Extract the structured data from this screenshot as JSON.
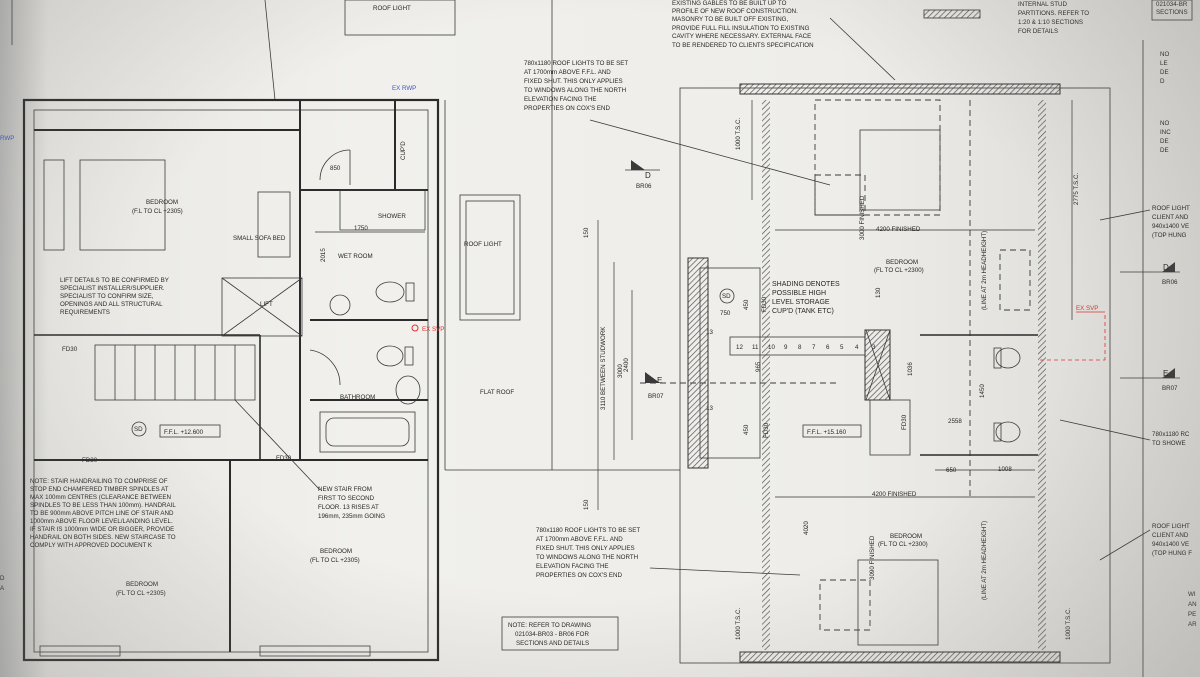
{
  "left_plan": {
    "roof_light_top": "ROOF LIGHT",
    "ex_rwp_top": "EX RWP",
    "rwp_left": "RWP",
    "cupd": "CUP'D",
    "dim_850": "850",
    "dim_1750": "1750",
    "dim_2015": "2015",
    "shower": "SHOWER",
    "wet_room": "WET ROOM",
    "bedroom_1": "BEDROOM",
    "bedroom_1_cl": "(F.L TO CL +2305)",
    "small_sofa_bed": "SMALL SOFA BED",
    "lift_note": [
      "LIFT DETAILS TO BE CONFIRMED BY",
      "SPECIALIST INSTALLER/SUPPLIER.",
      "SPECIALIST TO CONFIRM SIZE,",
      "OPENINGS AND ALL STRUCTURAL",
      "REQUIREMENTS"
    ],
    "lift": "LIFT",
    "ex_svp": "EX SVP",
    "fd30_a": "FD30",
    "fd30_b": "FD30",
    "fd30_c": "FD30",
    "bathroom": "BATHROOM",
    "sd": "SD",
    "ffl": "F.F.L. +12.600",
    "stair_note": [
      "NOTE: STAIR HANDRAILING TO COMPRISE OF",
      "STOP END CHAMFERED TIMBER SPINDLES AT",
      "MAX 100mm CENTRES (CLEARANCE BETWEEN",
      "SPINDLES TO BE LESS THAN 100mm). HANDRAIL",
      "TO BE 900mm ABOVE PITCH LINE OF STAIR AND",
      "1000mm ABOVE FLOOR LEVEL/LANDING LEVEL.",
      "IF STAIR IS 1000mm WIDE OR BIGGER, PROVIDE",
      "HANDRAIL ON BOTH SIDES. NEW STAIRCASE TO",
      "COMPLY WITH APPROVED DOCUMENT K"
    ],
    "new_stair_note": [
      "NEW STAIR FROM",
      "FIRST TO SECOND",
      "FLOOR. 13 RISES AT",
      "196mm, 235mm GOING"
    ],
    "bedroom_2": "BEDROOM",
    "bedroom_2_cl": "(FL TO CL +2305)",
    "bedroom_3": "BEDROOM",
    "bedroom_3_cl": "(FL TO CL +2305)",
    "edge_d": "D",
    "edge_a": "A"
  },
  "middle": {
    "roof_light": "ROOF LIGHT",
    "flat_roof": "FLAT ROOF",
    "gable_note": [
      "EXISTING GABLES TO BE BUILT UP TO",
      "PROFILE OF NEW ROOF CONSTRUCTION.",
      "MASONRY TO BE BUILT OFF EXISTING,",
      "PROVIDE FULL FILL INSULATION TO EXISTING",
      "CAVITY WHERE NECESSARY. EXTERNAL FACE",
      "TO BE RENDERED TO CLIENTS SPECIFICATION"
    ],
    "rooflight_note_top": [
      "780x1180 ROOF LIGHTS TO BE SET",
      "AT 1700mm ABOVE F.F.L. AND",
      "FIXED SHUT. THIS ONLY APPLIES",
      "TO WINDOWS ALONG THE NORTH",
      "ELEVATION FACING THE",
      "PROPERTIES ON COX'S END"
    ],
    "rooflight_note_bottom": [
      "780x1180 ROOF LIGHTS TO BE SET",
      "AT 1700mm ABOVE F.F.L. AND",
      "FIXED SHUT. THIS ONLY APPLIES",
      "TO WINDOWS ALONG THE NORTH",
      "ELEVATION FACING THE",
      "PROPERTIES ON COX'S END"
    ],
    "refer_note": [
      "NOTE: REFER TO DRAWING",
      "021034-BR03 - BR06 FOR",
      "SECTIONS AND DETAILS"
    ],
    "dim_150_top": "150",
    "dim_3110": "3110 BETWEEN STUDWORK",
    "dim_3000": "3000",
    "dim_2400": "2400",
    "dim_150_bottom": "150",
    "section_d": "D",
    "section_d_ref": "BR06",
    "section_e": "E",
    "section_e_ref": "BR07"
  },
  "right_plan": {
    "stud_legend": [
      "INTERNAL STUD",
      "PARTITIONS. REFER TO",
      "1:20 & 1:10 SECTIONS",
      "FOR DETAILS"
    ],
    "corner_ref": [
      "021034-BR",
      "SECTIONS"
    ],
    "dim_1000_tsc_top": "1000 T.S.C.",
    "dim_2775_tsc": "2775 T.S.C.",
    "dim_3000_finished": "3000 FINISHED",
    "finished_4200_top": "4200 FINISHED",
    "bedroom_top": "BEDROOM",
    "bedroom_top_cl": "(FL TO CL +2300)",
    "line_headheight_1": "(LINE AT 2m HEADHEIGHT)",
    "line_headheight_2": "(LINE AT 2m HEADHEIGHT)",
    "shading_note": [
      "SHADING DENOTES",
      "POSSIBLE HIGH",
      "LEVEL STORAGE",
      "CUP'D (TANK ETC)"
    ],
    "sd": "SD",
    "dim_750": "750",
    "dim_450": "450",
    "fd30_1": "FD30",
    "fd30_2": "FD30",
    "fd30_3": "FD30",
    "dim_13_top": "13",
    "dim_13_bottom": "13",
    "stair_steps": [
      "12",
      "11",
      "10",
      "9",
      "8",
      "7",
      "6",
      "5",
      "4",
      "3"
    ],
    "dim_965": "965",
    "dim_1036": "1036",
    "dim_130": "130",
    "dim_450_b": "450",
    "ffl": "F.F.L. +15.160",
    "dim_2558": "2558",
    "dim_650": "650",
    "dim_1008": "1008",
    "dim_1450": "1450",
    "finished_4200_bottom": "4200 FINISHED",
    "dim_4020": "4020",
    "bedroom_bottom": "BEDROOM",
    "bedroom_bottom_cl": "(FL TO CL +2300)",
    "dim_3090_finished": "3090 FINISHED",
    "dim_1000_tsc_bottom": "1000 T.S.C.",
    "dim_1000_tsc_right": "1000 T.S.C.",
    "ex_svp": "EX SVP",
    "section_d": "D",
    "section_d_ref": "BR06",
    "section_e": "E",
    "section_e_ref": "BR07"
  },
  "right_margin": {
    "roof_light_note_1": [
      "ROOF LIGHT",
      "CLIENT AND",
      "940x1400 VE",
      "(TOP HUNG"
    ],
    "rooflight_showe": [
      "780x1180 RC",
      "TO SHOWE"
    ],
    "roof_light_note_2": [
      "ROOF LIGHT",
      "CLIENT AND",
      "940x1400 VE",
      "(TOP HUNG F"
    ],
    "edge_notes_top": [
      "NO",
      "LE",
      "DE",
      "D"
    ],
    "edge_notes_mid": [
      "NO",
      "INC",
      "DE",
      "DE"
    ],
    "edge_notes_bottom": [
      "WI",
      "AN",
      "PE",
      "AR"
    ]
  }
}
